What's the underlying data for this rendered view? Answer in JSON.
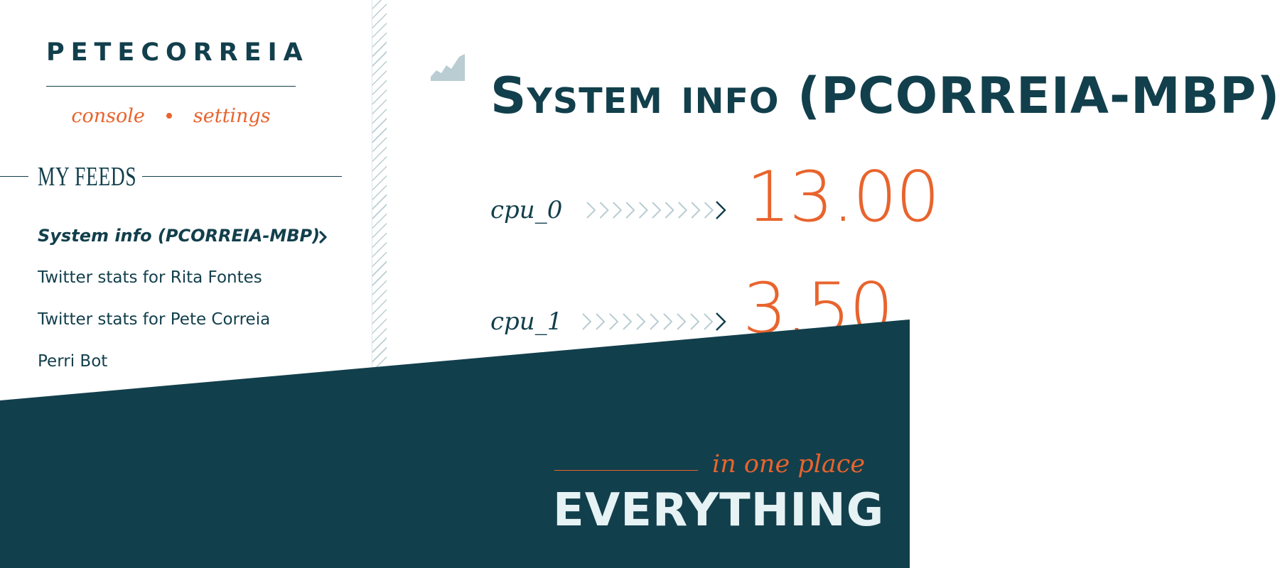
{
  "sidebar": {
    "brand": "PETECORREIA",
    "nav": {
      "console_label": "console",
      "settings_label": "settings"
    },
    "feeds_heading": "MY FEEDS",
    "feeds": [
      {
        "label": "System info (PCORREIA-MBP)",
        "active": true
      },
      {
        "label": "Twitter stats for Rita Fontes",
        "active": false
      },
      {
        "label": "Twitter stats for Pete Correia",
        "active": false
      },
      {
        "label": "Perri Bot",
        "active": false
      }
    ]
  },
  "main": {
    "icon": "area-chart-icon",
    "title": "System info (PCORREIA-MBP)",
    "metrics": [
      {
        "label": "cpu_0",
        "value": "13.00"
      },
      {
        "label": "cpu_1",
        "value": "3.50"
      }
    ]
  },
  "banner": {
    "tagline_small": "in one place",
    "tagline_big": "EVERYTHING"
  },
  "colors": {
    "navy": "#123f4c",
    "accent": "#e8642d",
    "light": "#e6f2f4",
    "muted": "#b9cdd3"
  }
}
